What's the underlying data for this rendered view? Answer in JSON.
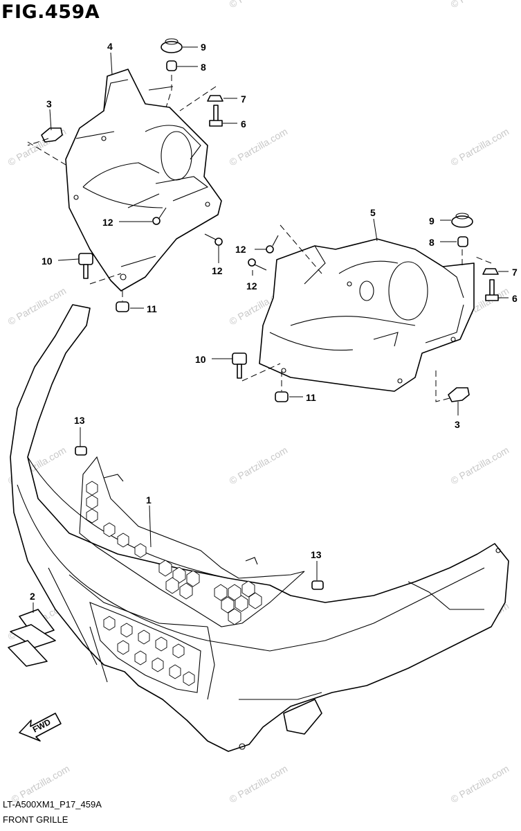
{
  "figure": {
    "title": "FIG.459A",
    "code": "LT-A500XM1_P17_459A",
    "caption": "FRONT GRILLE"
  },
  "watermark": "© Partzilla.com",
  "fwd_label": "FWD",
  "callouts": {
    "c1": "1",
    "c2": "2",
    "c3a": "3",
    "c3b": "3",
    "c4": "4",
    "c5": "5",
    "c6a": "6",
    "c6b": "6",
    "c7a": "7",
    "c7b": "7",
    "c8a": "8",
    "c8b": "8",
    "c9a": "9",
    "c9b": "9",
    "c10a": "10",
    "c10b": "10",
    "c11a": "11",
    "c11b": "11",
    "c12a": "12",
    "c12b": "12",
    "c12c": "12",
    "c12d": "12",
    "c13a": "13",
    "c13b": "13"
  }
}
